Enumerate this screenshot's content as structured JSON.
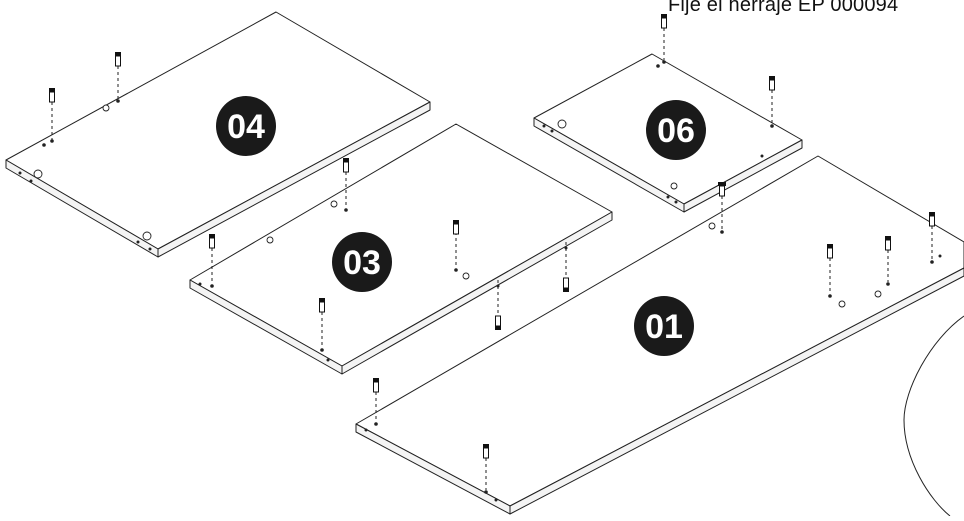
{
  "instruction": "Fije el herraje EP 000094",
  "panels": [
    {
      "id": "panel-04",
      "label": "04"
    },
    {
      "id": "panel-03",
      "label": "03"
    },
    {
      "id": "panel-06",
      "label": "06"
    },
    {
      "id": "panel-01",
      "label": "01"
    }
  ],
  "colors": {
    "line": "#222222",
    "badge": "#1a1a1a",
    "badge_text": "#ffffff",
    "background": "#ffffff"
  }
}
